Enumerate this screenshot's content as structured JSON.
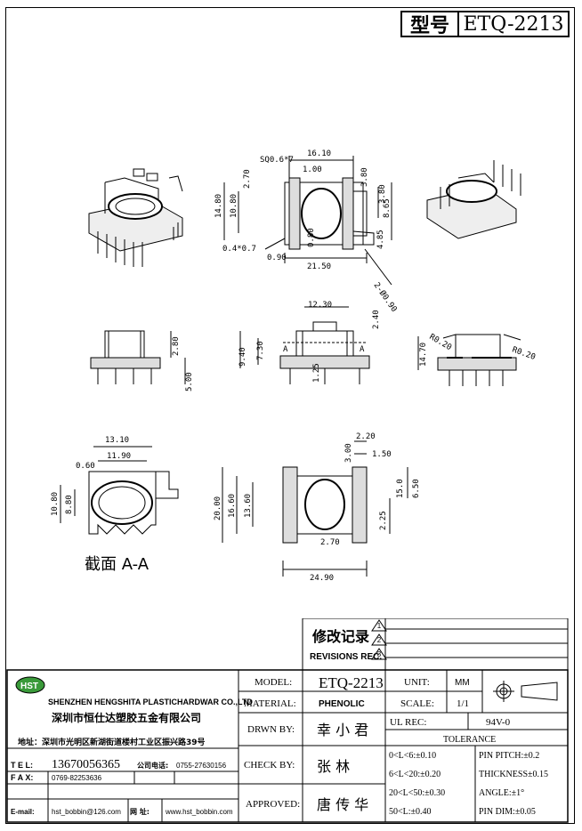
{
  "header": {
    "model_label": "型号",
    "model_value": "ETQ-2213"
  },
  "dimensions": {
    "A": "16.10",
    "B": "SQ0.6*7",
    "C": "2.70",
    "D": "1.00",
    "E": "3.80",
    "F": "3.80",
    "G": "14.80",
    "H": "10.80",
    "I": "4.85",
    "J": "8.65",
    "K": "0.4*0.7",
    "L": "0.90",
    "M": "2-Ø0.90",
    "N": "21.50",
    "O": "0.80",
    "R": "12.30",
    "S": "2.40",
    "P": "9.40",
    "Q": "7.30",
    "T": "1.25",
    "N2": "2.80",
    "O2": "5.00",
    "U": "14.70",
    "R020a": "R0.20",
    "R020b": "R0.20",
    "V": "13.10",
    "W": "11.90",
    "X": "0.60",
    "Y": "10.80",
    "Z": "8.80",
    "A1": "20.00",
    "B1": "16.60",
    "C1": "13.60",
    "D1": "24.90",
    "E1": "6.50",
    "F1": "2.20",
    "G1": "1.50",
    "H1": "3.00",
    "I1": "2.70",
    "J1": "2.25",
    "K1": "15.0"
  },
  "labels": {
    "section_caption": "截面  A-A",
    "sec_a": "A"
  },
  "revisions": {
    "title_cn": "修改记录",
    "title_en": "REVISIONS REC.",
    "marks": [
      "1",
      "2",
      "3"
    ]
  },
  "company": {
    "name_en": "SHENZHEN HENGSHITA PLASTICHARDWAR CO.,LTD",
    "name_cn": "深圳市恒仕达塑胶五金有限公司",
    "address": "地址：深圳市光明区新湖街道楼村工业区振兴路39号",
    "logo": "HST",
    "tel_label": "T E L:",
    "tel": "13670056365",
    "company_tel_label": "公司电话:",
    "company_tel": "0755-27630156",
    "fax_label": "F A X:",
    "fax": "0769-82253636",
    "email_label": "E-mail:",
    "email": "hst_bobbin@126.com",
    "web_label": "网 址:",
    "web": "www.hst_bobbin.com"
  },
  "fields": {
    "model_label": "MODEL:",
    "model": "ETQ-2213",
    "material_label": "MATERIAL:",
    "material": "PHENOLIC",
    "drawn_label": "DRWN BY:",
    "drawn": "幸 小 君",
    "check_label": "CHECK BY:",
    "check": "张   林",
    "approved_label": "APPROVED:",
    "approved": "唐 传 华",
    "unit_label": "UNIT:",
    "unit": "MM",
    "scale_label": "SCALE:",
    "scale": "1/1",
    "ul_label": "UL REC:",
    "ul": "94V-0",
    "tolerance_label": "TOLERANCE",
    "tol_left": [
      "0<L<6:±0.10",
      "6<L<20:±0.20",
      "20<L<50:±0.30",
      "50<L:±0.40"
    ],
    "tol_right": [
      "PIN PITCH:±0.2",
      "THICKNESS±0.15",
      "ANGLE:±1°",
      "PIN DIM:±0.05"
    ]
  },
  "colors": {
    "line": "#000000",
    "logo_fill": "#3a9a3a"
  }
}
